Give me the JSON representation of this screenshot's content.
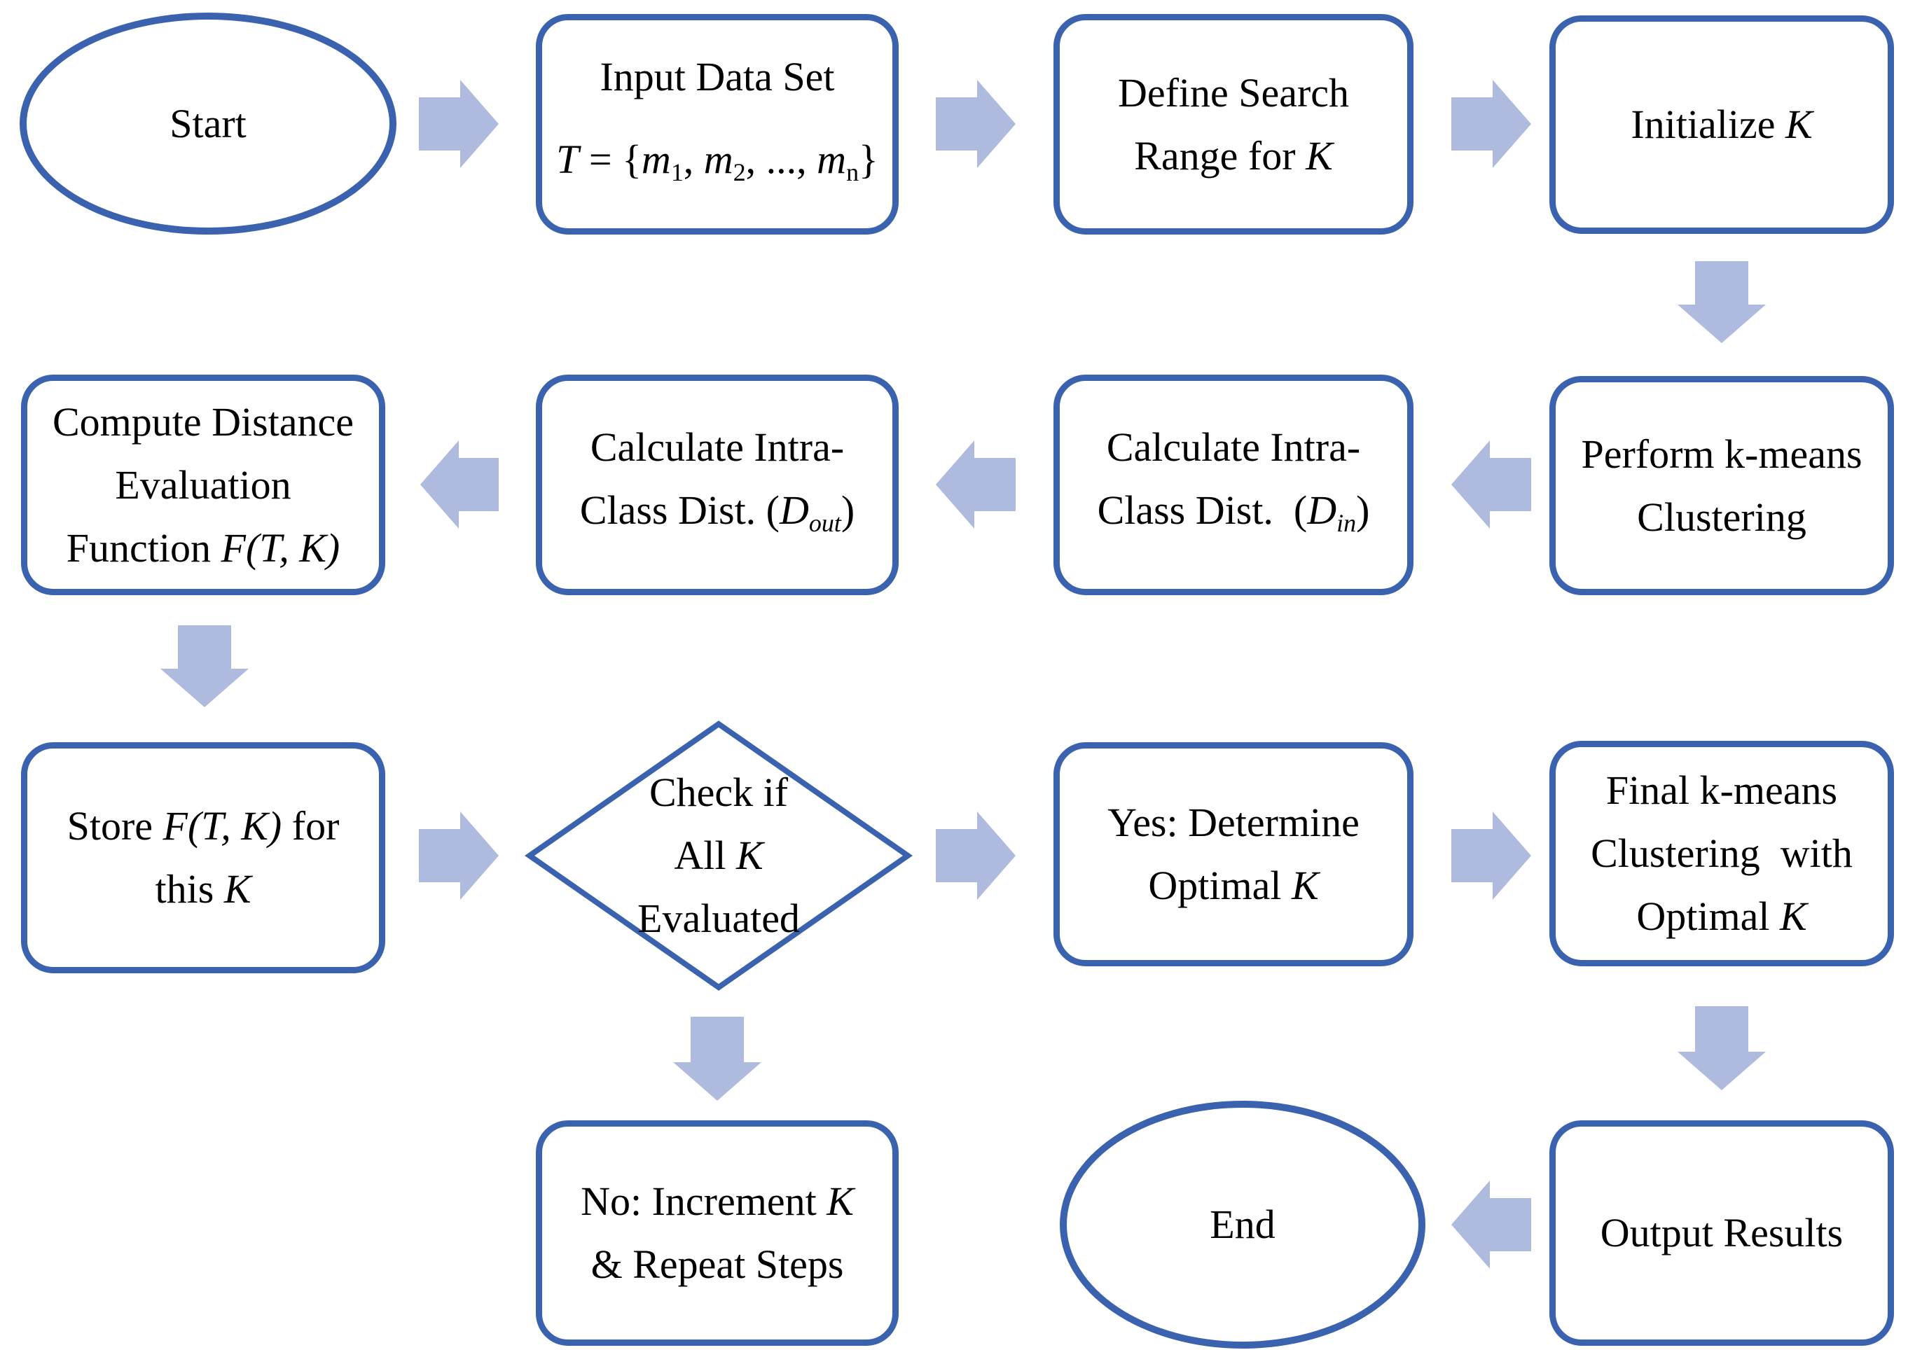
{
  "figure": {
    "kind": "flowchart",
    "description": "Optimal K selection for k-means clustering"
  },
  "palette": {
    "shape_border": "#3a62ae",
    "arrow_fill": "#afbbde",
    "shape_fill": "#ffffff",
    "text": "#000000",
    "background": "#ffffff"
  },
  "nodes": {
    "start": {
      "type": "terminator-ellipse",
      "lines": [
        [
          {
            "t": "Start"
          }
        ]
      ]
    },
    "input_data_set": {
      "type": "process",
      "lines": [
        [
          {
            "t": "Input Data Set"
          }
        ],
        [
          {
            "t": "T",
            "i": true
          },
          {
            "t": " = {"
          },
          {
            "t": "m",
            "i": true
          },
          {
            "t": "1",
            "s": true
          },
          {
            "t": ", "
          },
          {
            "t": "m",
            "i": true
          },
          {
            "t": "2",
            "s": true
          },
          {
            "t": ", ..., "
          },
          {
            "t": "m",
            "i": true
          },
          {
            "t": "n",
            "s": true
          },
          {
            "t": "}"
          }
        ]
      ]
    },
    "define_search_range": {
      "type": "process",
      "lines": [
        [
          {
            "t": "Define Search"
          }
        ],
        [
          {
            "t": "Range for "
          },
          {
            "t": "K",
            "i": true
          }
        ]
      ]
    },
    "initialize_k": {
      "type": "process",
      "lines": [
        [
          {
            "t": "Initialize "
          },
          {
            "t": "K",
            "i": true
          }
        ]
      ]
    },
    "perform_kmeans": {
      "type": "process",
      "lines": [
        [
          {
            "t": "Perform k-means"
          }
        ],
        [
          {
            "t": "Clustering"
          }
        ]
      ]
    },
    "calc_intra_class_in": {
      "type": "process",
      "lines": [
        [
          {
            "t": "Calculate Intra-"
          }
        ],
        [
          {
            "t": "Class Dist.  ("
          },
          {
            "t": "D",
            "i": true
          },
          {
            "t": "in",
            "i": true,
            "s": true
          },
          {
            "t": ")"
          }
        ]
      ]
    },
    "calc_intra_class_out": {
      "type": "process",
      "lines": [
        [
          {
            "t": "Calculate Intra-"
          }
        ],
        [
          {
            "t": "Class Dist. ("
          },
          {
            "t": "D",
            "i": true
          },
          {
            "t": "out",
            "i": true,
            "s": true
          },
          {
            "t": ")"
          }
        ]
      ]
    },
    "compute_distance_eval": {
      "type": "process",
      "lines": [
        [
          {
            "t": "Compute Distance"
          }
        ],
        [
          {
            "t": "Evaluation"
          }
        ],
        [
          {
            "t": "Function "
          },
          {
            "t": "F(T, K)",
            "i": true
          }
        ]
      ]
    },
    "store_f": {
      "type": "process",
      "lines": [
        [
          {
            "t": "Store "
          },
          {
            "t": "F(T, K)",
            "i": true
          },
          {
            "t": " for"
          }
        ],
        [
          {
            "t": "this "
          },
          {
            "t": "K",
            "i": true
          }
        ]
      ]
    },
    "check_all_k": {
      "type": "decision-diamond",
      "lines": [
        [
          {
            "t": "Check if"
          }
        ],
        [
          {
            "t": "All "
          },
          {
            "t": "K",
            "i": true
          }
        ],
        [
          {
            "t": "Evaluated"
          }
        ]
      ]
    },
    "yes_determine_optimal_k": {
      "type": "process",
      "lines": [
        [
          {
            "t": "Yes: Determine"
          }
        ],
        [
          {
            "t": "Optimal "
          },
          {
            "t": "K",
            "i": true
          }
        ]
      ]
    },
    "final_kmeans": {
      "type": "process",
      "lines": [
        [
          {
            "t": "Final k-means"
          }
        ],
        [
          {
            "t": "Clustering  with"
          }
        ],
        [
          {
            "t": "Optimal "
          },
          {
            "t": "K",
            "i": true
          }
        ]
      ]
    },
    "no_increment_k": {
      "type": "process",
      "lines": [
        [
          {
            "t": "No: Increment "
          },
          {
            "t": "K",
            "i": true
          }
        ],
        [
          {
            "t": "& Repeat Steps"
          }
        ]
      ]
    },
    "output_results": {
      "type": "process",
      "lines": [
        [
          {
            "t": "Output Results"
          }
        ]
      ]
    },
    "end": {
      "type": "terminator-ellipse",
      "lines": [
        [
          {
            "t": "End"
          }
        ]
      ]
    }
  },
  "connectors": [
    {
      "from": "start",
      "to": "input_data_set",
      "direction": "right"
    },
    {
      "from": "input_data_set",
      "to": "define_search_range",
      "direction": "right"
    },
    {
      "from": "define_search_range",
      "to": "initialize_k",
      "direction": "right"
    },
    {
      "from": "initialize_k",
      "to": "perform_kmeans",
      "direction": "down"
    },
    {
      "from": "perform_kmeans",
      "to": "calc_intra_class_in",
      "direction": "left"
    },
    {
      "from": "calc_intra_class_in",
      "to": "calc_intra_class_out",
      "direction": "left"
    },
    {
      "from": "calc_intra_class_out",
      "to": "compute_distance_eval",
      "direction": "left"
    },
    {
      "from": "compute_distance_eval",
      "to": "store_f",
      "direction": "down"
    },
    {
      "from": "store_f",
      "to": "check_all_k",
      "direction": "right"
    },
    {
      "from": "check_all_k",
      "to": "yes_determine_optimal_k",
      "direction": "right"
    },
    {
      "from": "check_all_k",
      "to": "no_increment_k",
      "direction": "down"
    },
    {
      "from": "yes_determine_optimal_k",
      "to": "final_kmeans",
      "direction": "right"
    },
    {
      "from": "final_kmeans",
      "to": "output_results",
      "direction": "down"
    },
    {
      "from": "output_results",
      "to": "end",
      "direction": "left"
    }
  ]
}
